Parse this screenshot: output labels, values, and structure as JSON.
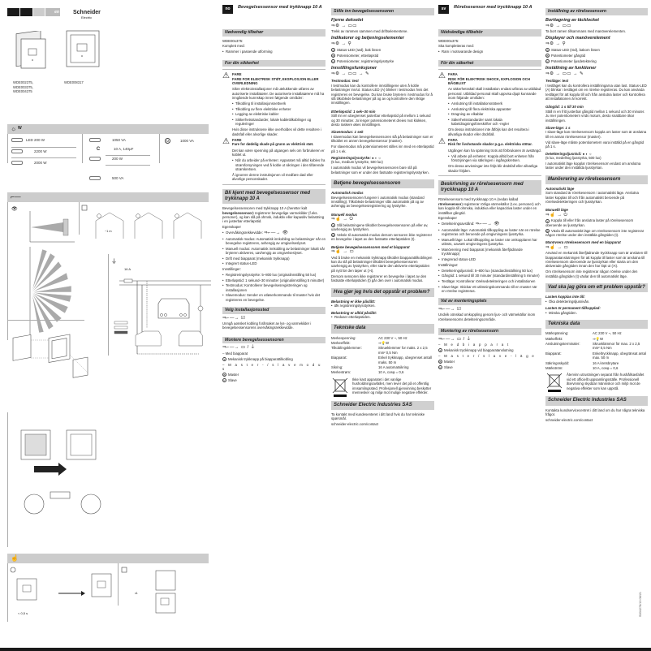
{
  "header": {
    "language_tabs": [
      "",
      "",
      "",
      "en"
    ],
    "brand": "Schneider",
    "brand_sub": "Electric"
  },
  "products": {
    "left_codes": [
      "WDE002375,",
      "WDE003375,",
      "WDE004375"
    ],
    "right_codes": [
      "WDE008317"
    ]
  },
  "loads": {
    "band_label": "W",
    "col1": [
      {
        "icon": "led-lamp-icon",
        "prefix": "LED",
        "value": "200 W"
      },
      {
        "icon": "incandescent-lamp-icon",
        "prefix": "",
        "value": "2200 W"
      },
      {
        "icon": "halogen-transformer-icon",
        "prefix": "",
        "value": "2000 W"
      }
    ],
    "col2": [
      {
        "icon": "fluorescent-icon",
        "prefix": "",
        "value": "1050 VA"
      },
      {
        "icon": "capacitive-icon",
        "prefix": "C",
        "value": "10 A, 140µF"
      },
      {
        "icon": "cfl-icon",
        "prefix": "",
        "value": "200 W"
      },
      {
        "icon": "electronic-transformer-icon",
        "prefix": "",
        "value": "500 VA"
      }
    ],
    "col3": [
      {
        "icon": "motor-icon",
        "prefix": "M",
        "value": "1000 VA"
      }
    ]
  },
  "diagrams": {
    "range_labels": {
      "y_ticks": [
        "2",
        "1",
        "m"
      ],
      "x_ticks": [
        "0",
        "2",
        "4",
        "6",
        "8"
      ],
      "fan_ticks": [
        "8",
        "6",
        "4",
        "2",
        "0",
        "2",
        "4",
        "6",
        "8"
      ]
    },
    "height_label": "~1 m",
    "fuse": "16 A",
    "wiring_labels": {
      "L": "L",
      "N": "N",
      "term_n": "N",
      "term_1": "1",
      "term_4": "4",
      "term_l": "L"
    },
    "timing_label": "< 0,5 s",
    "times_label": "x1"
  },
  "no": {
    "lang_code": "no",
    "title": "Bevegelsessensor med trykknapp 10 A",
    "accessories_title": "Nødvendig tilbehør",
    "accessories": [
      "WDE00x375:",
      "Komplett med:"
    ],
    "accessories_list": [
      "Rammer i passende utforming"
    ],
    "safety_title": "For din sikkerhet",
    "danger1_label": "FARE",
    "danger1_title": "FARE FOR ELEKTRISK STØT, EKSPLOSJON ELLER OVERLEDNING",
    "danger1_text": "Sikre elektroinstallasjoner må utelukkende utføres av autoriserte installatører. De autoriserte installatørene må ha inngående kunnskap innen følgende områder:",
    "danger1_list": [
      "Tilkobling til installasjonsnettverk",
      "Tilkobling av flere elektriske enheter",
      "Legging av elektriske kabler",
      "Sikkerhetsstandarder, lokale kablettilkoblinger og reguleringer"
    ],
    "danger1_footer": "Hvis disse instruksene ikke overholdes vil dette resultere i dødsfall eller alvorlige skader.",
    "danger2_label": "FARE",
    "danger2_title": "Fare for dødelig skade på grunn av elektrisk støt.",
    "danger2_text": "Det kan være spenning på utgangen selv om forbrukeren er koblet ut.",
    "danger2_list": [
      "Når du arbeider på enheten: Apparatet må alltid kobles fra strømforsyningen ved å koble ut sikringen i den tilførende strømkretsen."
    ],
    "danger2_footer": "Å ignorere denne instruksjonen vil medføre død eller alvorlige personskader.",
    "intro_title": "Bli kjent med bevegelsessensor med trykknapp 10 A",
    "intro_text_a": "Bevegelsessensoren med trykknapp 10 A (heretter kalt ",
    "intro_text_b": "bevegelsessensor",
    "intro_text_c": ") registrerer bevegelige varmekilder (f.eks. personer), og kan slå på ohmsk, induktiv eller kapasitiv belastning i en justerbar etterløpstid.",
    "features_label": "Egenskaper",
    "features": [
      "Overvåkingsrekkevidde:",
      "Automatisk modus: Automatisk innkobling av belastninger når en bevegelse registreres, avhengig av omgivelseslyset.",
      "Manuell modus: Automatisk innkobling av belastninger lokalt når bryteren aktiveres, uavhengig av omgivelseslyset.",
      "Drift med biapparat (mekanisk trykknapp)",
      "Integrert status-LED"
    ],
    "settings_label": "Innstillinger:",
    "settings": [
      "Registreringslysstyrke: 5–800 lux (originalinnstilling 50 lux)",
      "Etterløpstid: 1 sekund–30 minutter (originalinnstilling 5 minutter)",
      "Testmodus: Kontrollerer bevegelsesregistreringen og installasjonen",
      "Slavemodus: Sender en utløserkommando til master hvis det registreres en bevegelse."
    ],
    "location_title": "Velg installasjonssted",
    "location_text": "Unngå uønsket kobling forårsaket av lys- og varmekilder i bevegelsessensorens overvåkingsrekkevidde.",
    "mount_title": "Montere bevegelsessensoren",
    "mount_with": "– Med biapparat",
    "mount_a": "Mekanisk trykknapp på biapparattilkobling",
    "mount_ms": "– M a s t e r - / s l a v e m o d u s",
    "mount_b": "Master",
    "mount_c": "Slave"
  },
  "no2": {
    "setup_title": "Stille inn bevegelsessensoren",
    "cover_title": "Fjerne dekselet",
    "cover_text": "Trekk av rammen sammen med driftselementene.",
    "indicators_title": "Indikatorer og betjeningselementer",
    "indicators": [
      {
        "key": "A",
        "text": "Status-LED (rød), bak linsen"
      },
      {
        "key": "B",
        "text": "Potensiometer, etterløpstid"
      },
      {
        "key": "C",
        "text": "Potensiometer, registreringslysstyrke"
      }
    ],
    "functions_title": "Innstillingsfunksjoner",
    "test_title": "Testmodus: test",
    "test_text": "I testmodus kan du kontrollere innstillingene uten å koble belastninger inn/ut. Status-LED (A) blinker i testmodus hvis det registreres en bevegelse. Du kan bruke bryteren i testmodus for å slå tilkoblede belastninger på og av og kontrollere den riktige innstillingen.",
    "delay_title": "Etterløpstid: 1 sek–30 min",
    "delay_text": "Still inn en ubegrenset justerbar etterløpstid på mellom 1 sekund og 30 minutter. Jo lenger potensiometeret dreies mot klokken, desto raskere økes innstillingen.",
    "slave_title": "Slavemodus: 1 sek",
    "slave_text1": "I slavemodus kan bevegelsessensoren slå på belastninger som er tilkoblet en annen bevegelsessensor (master).",
    "slave_text2": "For slavemodus må potensiometeret stilles inn med en etterløpstid på 1 s ek.",
    "lux_title": "Registreringslysstyrke:",
    "lux_values": "(5 lux, medium lysstyrke, 500 lux)",
    "lux_text": "I automatisk modus vil bevegelsessensoren bare slå på belastninger som er under den fastsatte registreringslysstyrken.",
    "operate_title": "Betjene bevegelsessensoren",
    "auto_title": "Automatisk modus",
    "auto_text": "Bevegelsessensoren fungerer i automatisk modus (standard innstilling). Tilkoblede belastninger slås automatisk på og av avhengig av bevegelsesregistrering og lysstyrke.",
    "manual_title": "Manuell modus",
    "manual_a": "Slå belastningene tilkoblet bevegelsessensoren på eller av, uavhengig av lysstyrken.",
    "manual_b": "Veksle til automatisk modus dersom sensoren ikke registrerer en bevegelse i løpet av den fastsatte etterløpstiden (t).",
    "aux_title": "Betjene bevegelsessensoren med et biapparat",
    "aux_text1": "Ved å bruke en mekanisk trykknapp tilkoblet biapparattilkoblingen kan du slå på belastninger tilkoblet bevegelsessensoren uavhengig av lysstyrken, eller starte den aktiverte etterløpstiden på nytt før den løper ut (>t).",
    "aux_text2": "Dersom sensoren ikke registrerer en bevegelse i løpet av den fastsatte etterløpstiden (t) går den over i automatisk modus.",
    "trouble_title": "Hva gjør jeg hvis det oppstår et problem?",
    "trouble1_title": "Belastning er ikke påslått:",
    "trouble1_list": [
      "Øk registreringslysstyrken."
    ],
    "trouble2_title": "Belastning er alltid påslått:",
    "trouble2_list": [
      "Reduser etterløpstiden."
    ],
    "tech_title": "Tekniske data",
    "tech": [
      {
        "k": "Merkespenning:",
        "v": "AC 230 V ~, 50 Hz"
      },
      {
        "k": "Merkeeffekt:",
        "v": "⇒💡W"
      },
      {
        "k": "Tilkoblingsklemmer:",
        "v": "Skrueklemmer for maks. 2 x 2,5 mm² 0,5 Nm"
      },
      {
        "k": "Biapparat:",
        "v": "Enkel trykknapp, ubegrenset antall maks. 50 m"
      },
      {
        "k": "Sikring:",
        "v": "16 A automatsikring"
      },
      {
        "k": "Merkestrøm:",
        "v": "10 A, cosφ = 0,6"
      }
    ],
    "weee_text": "Ikke kast apparatet i det vanlige husholdningsavfallet, men lever det på et offentlig innsamlingssted. Profesjonell gjenvinning beskytter mennesker og miljø mot mulige negative effekter.",
    "company_title": "Schneider Electric Industries SAS",
    "company_text": "Ta kontakt med kundesenteret i ditt land hvis du har tekniske spørsmål.",
    "company_url": "schneider-electric.com/contact"
  },
  "sv": {
    "lang_code": "sv",
    "title": "Rörelsesensor med tryckknapp 10 A",
    "accessories_title": "Nödvändiga tillbehör",
    "accessories": [
      "WDE00x375:",
      "Ska kompletteras med:"
    ],
    "accessories_list": [
      "Ram i motsvarande design"
    ],
    "safety_title": "För din säkerhet",
    "danger1_label": "FARA",
    "danger1_title": "RISK FÖR ELEKTRISK SHOCK, EXPLOSION OCH BÅGBLIXT",
    "danger1_text": "Av säkerhetsskäl skall installation endast utföras av utbildad personal. Utbildad personal skall uppvisa djupt kunnande inom följande områden:",
    "danger1_list": [
      "Anslutning till installationsnätverk",
      "Anslutning till flera elektriska apparater",
      "Dragning av elkablar",
      "Säkerhetsstandarder samt lokala kabeldragningsföreskrifter och -regler"
    ],
    "danger1_footer": "Om dessa instruktioner inte åtföljs kan det resultera i allvarliga skador eller dödsfall.",
    "danger2_label": "FARA",
    "danger2_title": "Risk för livshotande skador p.g.a. elektriska stötar.",
    "danger2_text": "Utgången kan ha spänning trots att förbrukaren är avstängd.",
    "danger2_list": [
      "Vid arbete på enheten: Koppla alltid bort enheten från försörjningen via säkringen i ingångskretsen."
    ],
    "danger2_footer": "Om dessa anvisningar inte följs blir dödsfall eller allvarliga skador följden.",
    "intro_title": "Beskrivning av rörelsesensorn med tryckknapp 10 A",
    "intro_text_a": "Rörelsesensorn med tryckknapp 10 A (nedan kallad ",
    "intro_text_b": "rörelsesensor",
    "intro_text_c": ") registrerar rörliga värmekällor (t.ex. personer) och kan koppla till ohmska, induktiva eller kapacitiva laster under en inställbar gångtid.",
    "features_label": "Egenskaper",
    "features": [
      "Detekteringsavstånd:",
      "Automatiskt läge: Automatisk tillkoppling av laster när en rörelse registreras och beroende på omgivningens ljusstyrka.",
      "Manuellt läge: Lokal tillkoppling av laster när omkopplaren har utlösts, oavsett omgivningens ljusstyrka.",
      "Manövrering med biapparat (mekanisk återfjädrande tryckknapp)",
      "Integrerad status-LED"
    ],
    "settings_label": "Inställningar:",
    "settings": [
      "Detekteringsljusnivå: 5–800 lux (standardinställning 50 lux)",
      "Gångtid: 1 sekund till 30 minuter (standardinställning 5 minuter)",
      "Testläge: Kontrollerar rörelsedetekteringen och installationen",
      "Slave-läge: Skickar ett utlösningskommando till en master när en rörelse registreras."
    ],
    "location_title": "Val av monteringsplats",
    "location_text": "Undvik oönskad omkoppling genom ljus- och värmekällor inom rörelsesensorns detekteringsområde.",
    "mount_title": "Montering av rörelsesensorn",
    "mount_with": "– M e d  b i a p p a r a t",
    "mount_a": "Mekanisk tryckknapp vid biapparatanslutning",
    "mount_ms": "– M a s t e r / s l a v e - l ä g e",
    "mount_b": "Master",
    "mount_c": "Slave"
  },
  "sv2": {
    "setup_title": "Inställning av rörelsesensorn",
    "cover_title": "Borttagning av täcklocket",
    "cover_text": "Ta bort ramen tillsammans med manöverelementen.",
    "indicators_title": "Displayer och manöverelement",
    "indicators": [
      {
        "key": "A",
        "text": "Status-LED (röd), bakom linsen"
      },
      {
        "key": "B",
        "text": "Potentiometer gångtid"
      },
      {
        "key": "C",
        "text": "Potentiometer ljusdetektering"
      }
    ],
    "functions_title": "Inställning av funktioner",
    "test_title": "Testläge: test",
    "test_text": "I testläget kan du kontrollera inställningarna utan last. Status-LED (A) blinkar i testläget om en rörelse registreras. Du kan använda testläget för att koppla till och från anslutna laster och kontrollera att installationen är korrekt.",
    "delay_title": "Gångtid: 1 s till 30 min",
    "delay_text": "Ställ in en fritt justerbar gångtid mellan 1 sekund och 30 minuter. Ju mer potentiometern vrids moturs, desto snabbare ökar inställningen.",
    "slave_title": "Slave-läge: 1 s",
    "slave_text1": "I slave-läge kan rörelsesensorn koppla om laster som är anslutna till en annan rörelsesensor (master).",
    "slave_text2": "Vid slave-läge måste potentiometern vara inställd på en gångtid på 1 s.",
    "lux_title": "Detekteringsljusnivå:",
    "lux_values": "(5 lux, medelhög ljusstyrka, 500 lux)",
    "lux_text": "I automatiskt läge kopplar rörelsesensorn endast om anslutna laster under den inställda ljusstyrkan.",
    "operate_title": "Manövrering av rörelsesensorn",
    "auto_title": "Automatiskt läge",
    "auto_text": "Som standard är rörelsesensorn i automatiskt läge. Anslutna laster kopplas till och från automatiskt beroende på rörelsedetekteringen och ljusstyrkan.",
    "manual_title": "Manuellt läge",
    "manual_a": "Koppla till eller från anslutna laster på rörelsesensorn oberoende av ljusstyrkan.",
    "manual_b": "Växla till automatiskt läge om rörelsesensorn inte registrerar någon rörelse under den inställda gångtiden (t).",
    "aux_title": "Manövrera rörelsesensorn med en biapparat",
    "aux_text1": "Använd en mekanisk återfjädrande tryckknapp som är ansluten till biapparatanslutningen för att koppla till laster som är anslutna till rörelsesensorn oberoende av ljusstyrkan eller starta om den aktiverade gångtiden innan den har löpt ut (>t).",
    "aux_text2": "Om rörelsesensorn inte registrerar någon rörelse under den inställda gångtiden (t) växlar den till automatiskt läge.",
    "trouble_title": "Vad ska jag göra om ett problem uppstår?",
    "trouble1_title": "Lasten kopplas inte till:",
    "trouble1_list": [
      "Öka detekteringsljusnivån."
    ],
    "trouble2_title": "Lasten är permanent tillkopplad:",
    "trouble2_list": [
      "Minska gångtiden."
    ],
    "tech_title": "Tekniska data",
    "tech": [
      {
        "k": "Märkspänning:",
        "v": "AC 230 V ~, 50 Hz"
      },
      {
        "k": "Märkeffekt:",
        "v": "⇒💡W"
      },
      {
        "k": "Anslutningsterminaler:",
        "v": "Skruvklämmor för max. 2 x 2,5 mm² 0,5 Nm"
      },
      {
        "k": "Biapparat:",
        "v": "Enkeltryckknapp, obegränsat antal max. 50 m"
      },
      {
        "k": "Säkringsskydd:",
        "v": "16 A kretsbrytare"
      },
      {
        "k": "Märkström:",
        "v": "10 A, cosφ = 0,6"
      }
    ],
    "weee_text": "Återvinn utrustningen separat från hushållsavfallet vid ett officiellt uppsamlingsställe. Professionell återvinning skyddar människor och miljö mot de negativa effekter som kan uppstå.",
    "company_title": "Schneider Electric Industries SAS",
    "company_text": "Kontakta kundservicecentret i ditt land om du har några tekniska frågor.",
    "company_url": "schneider-electric.com/contact"
  },
  "doc_number": "S004276/10 06/21"
}
